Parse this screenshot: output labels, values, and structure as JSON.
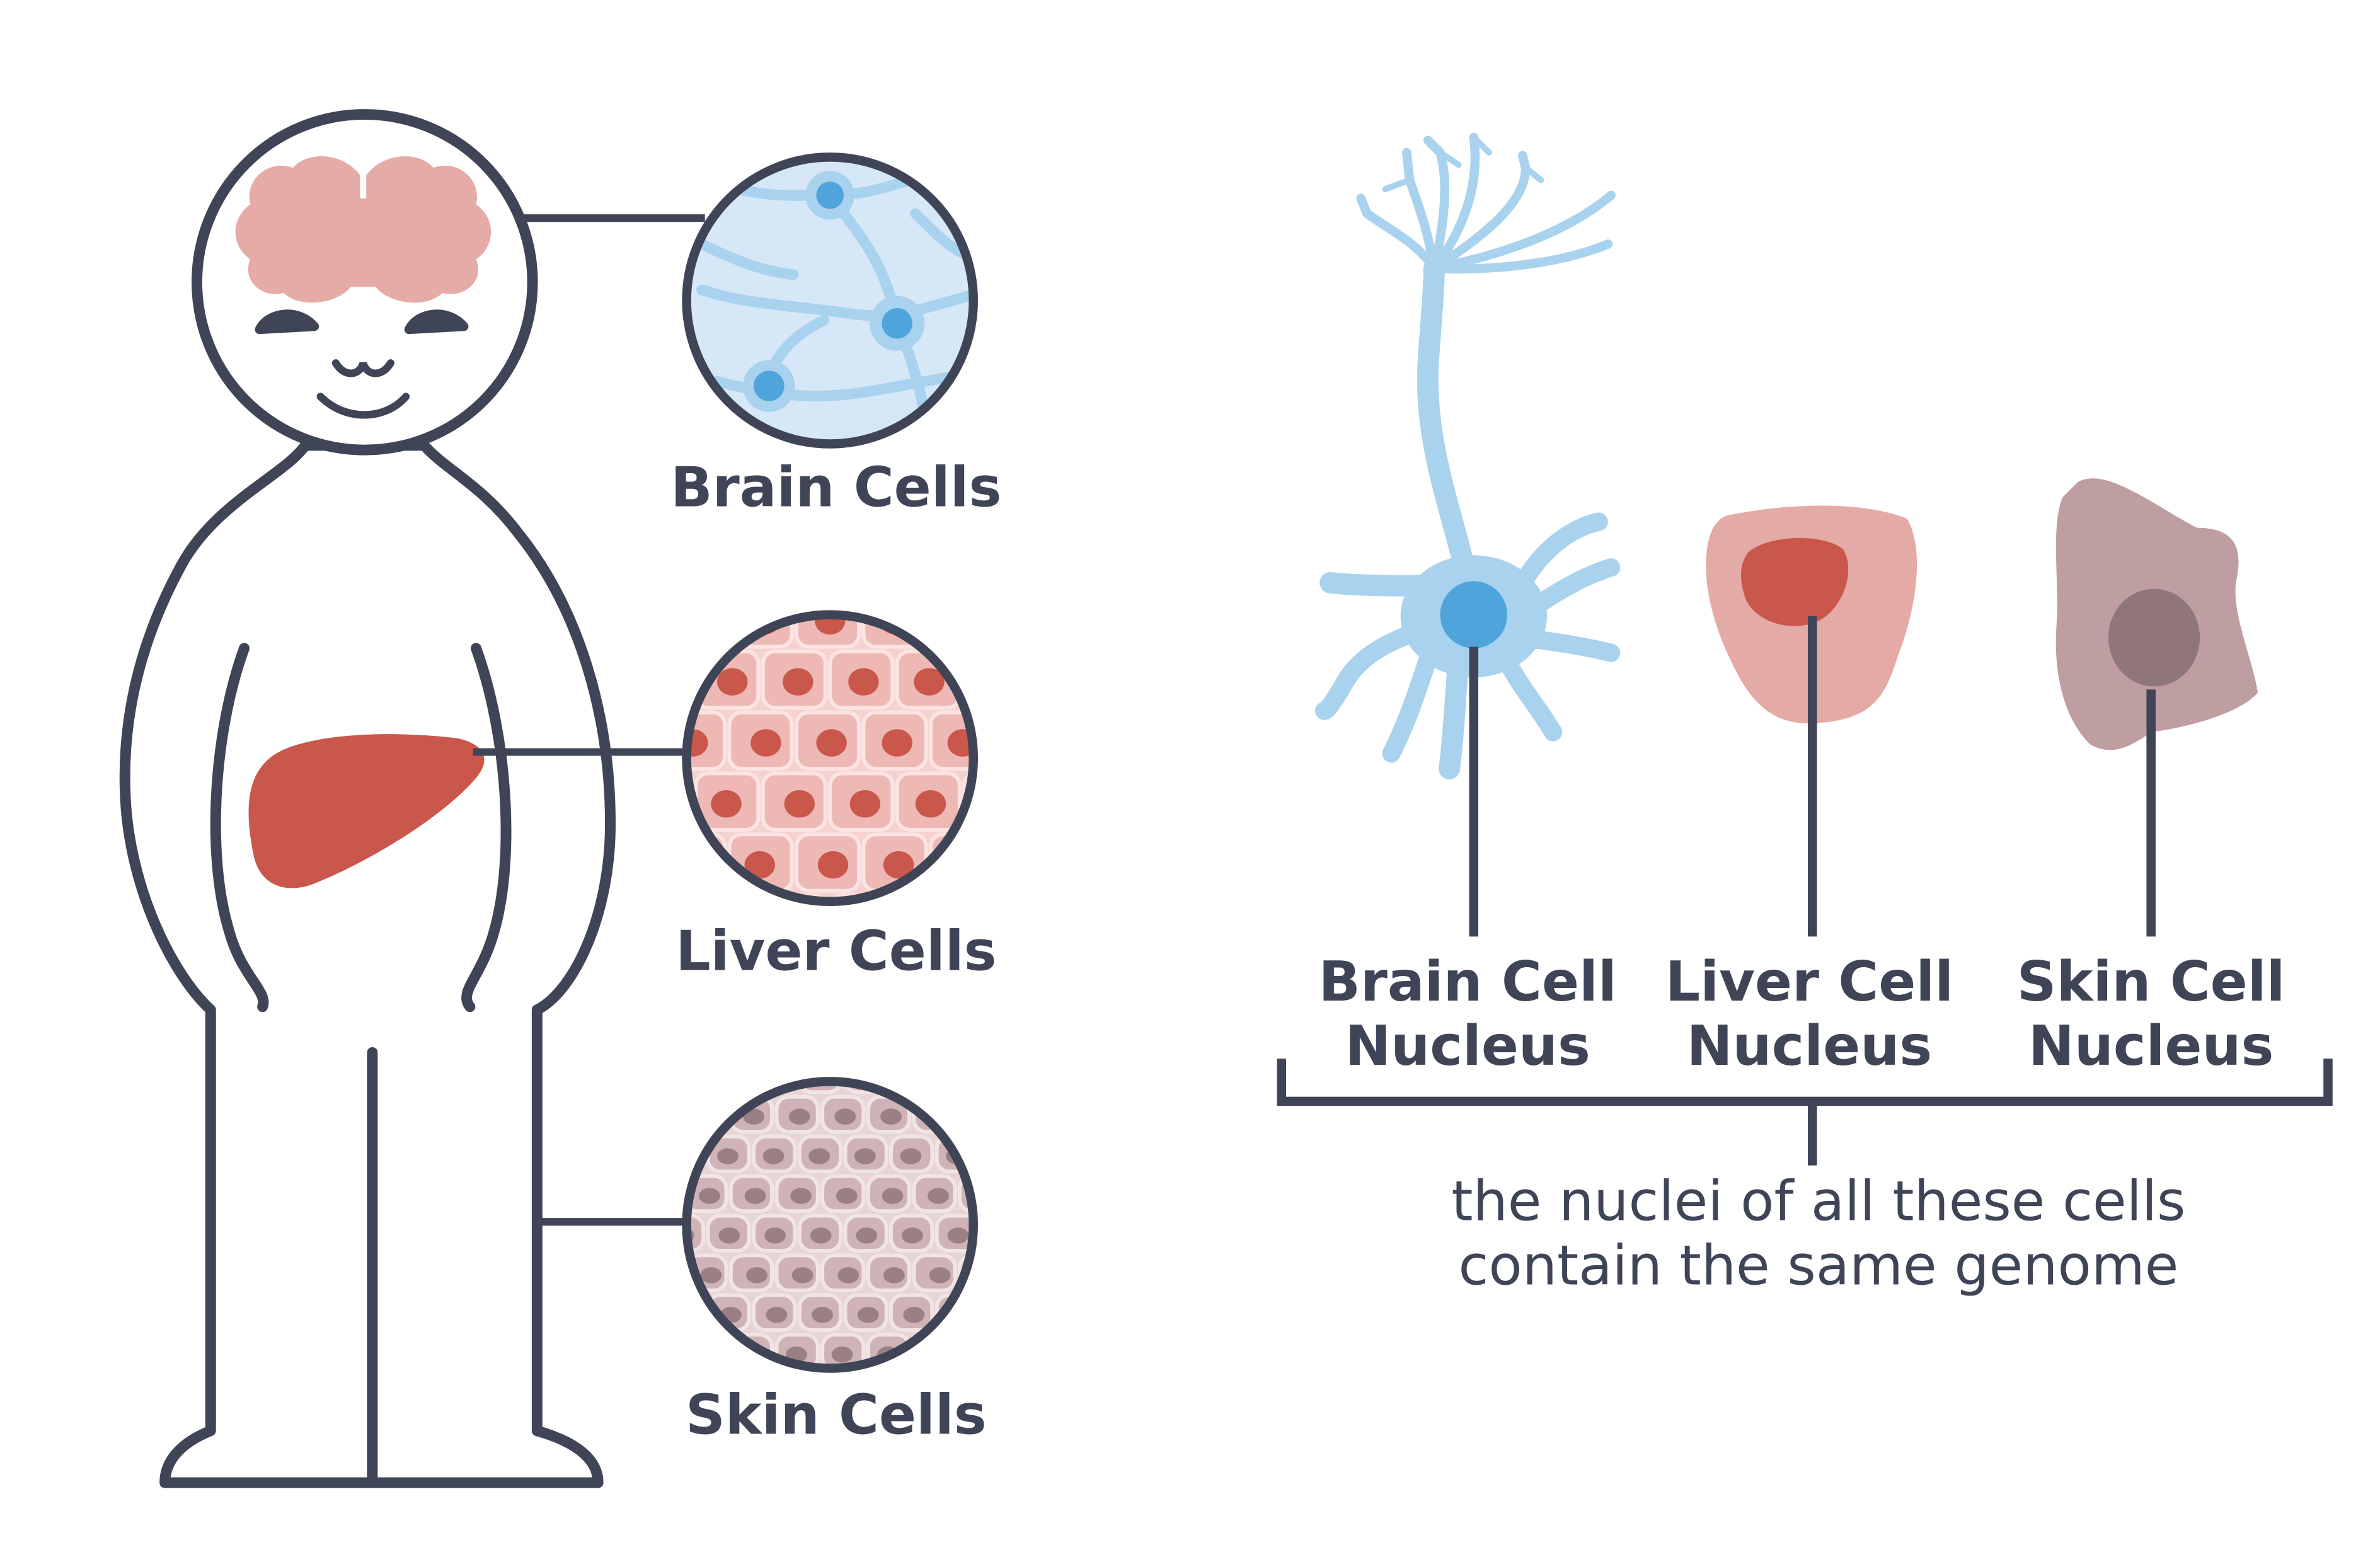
{
  "colors": {
    "outline": "#3f4556",
    "brain_pink": "#e5aba7",
    "liver_red": "#c9574c",
    "neuron_blue": "#a8d2ee",
    "nucleus_blue": "#4fa5db",
    "liver_cell": "#e4aaa6",
    "liver_nucleus": "#c9574c",
    "skin_cell": "#bf9ea2",
    "skin_nucleus": "#8f767a"
  },
  "icons": {
    "person": "person-figure",
    "brain": "brain-icon",
    "liver": "liver-icon",
    "neuron": "neuron-icon"
  },
  "left": {
    "brain_label": "Brain Cells",
    "liver_label": "Liver Cells",
    "skin_label": "Skin Cells"
  },
  "right": {
    "brain_nucleus": [
      "Brain Cell",
      "Nucleus"
    ],
    "liver_nucleus": [
      "Liver Cell",
      "Nucleus"
    ],
    "skin_nucleus": [
      "Skin Cell",
      "Nucleus"
    ],
    "caption": [
      "the nuclei of all these cells",
      "contain the same genome"
    ]
  }
}
